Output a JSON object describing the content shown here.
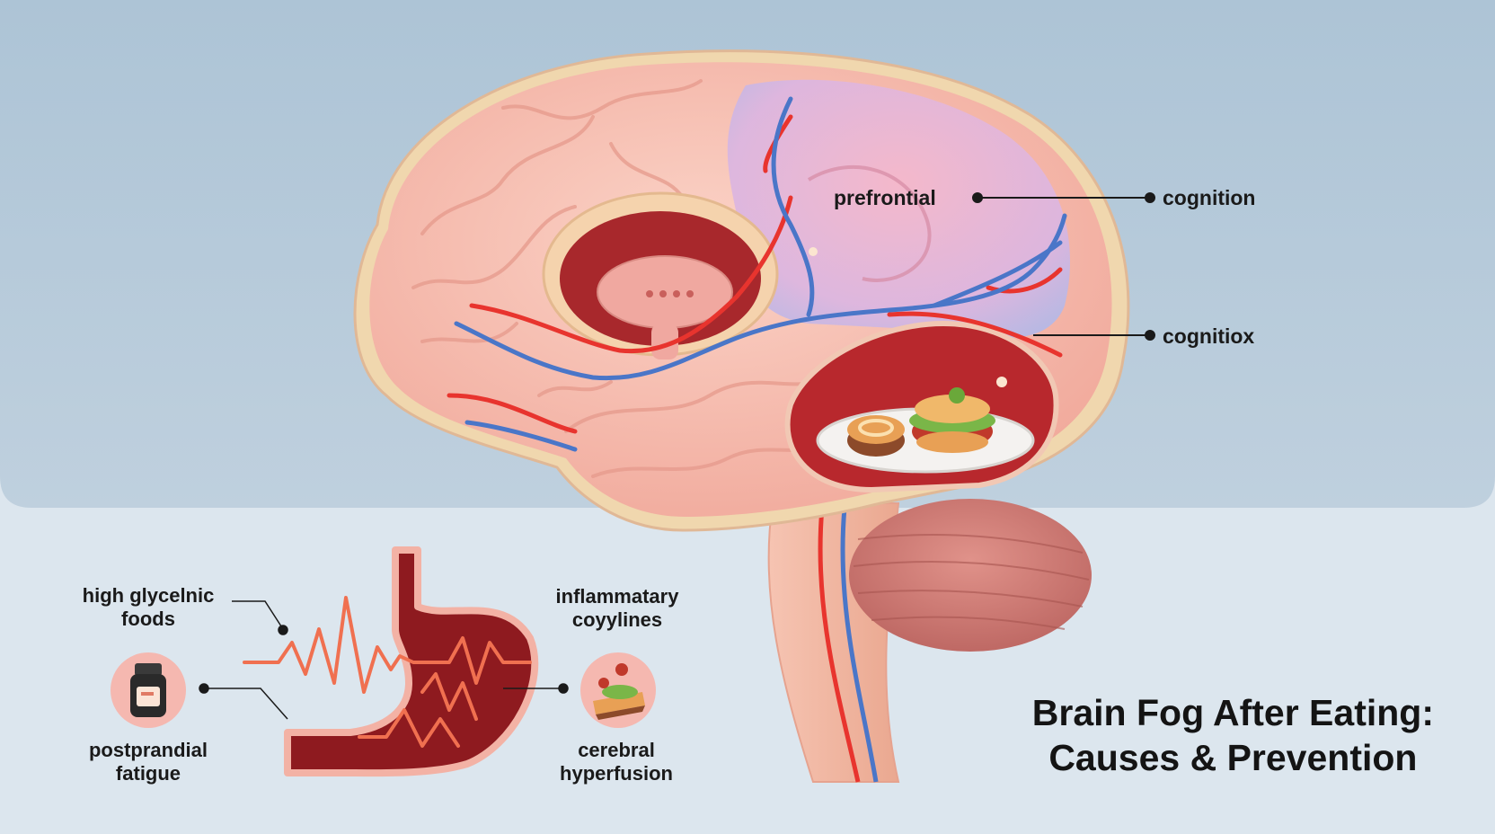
{
  "labels": {
    "prefrontial": "prefrontial",
    "cognition": "cognition",
    "cognitiox": "cognitiox",
    "high_glycemic": [
      "high glycelnic",
      "foods"
    ],
    "postprandial": [
      "postprandial",
      "fatigue"
    ],
    "inflammatory": [
      "inflammatary",
      "coyylines"
    ],
    "cerebral": [
      "cerebral",
      "hyperfusion"
    ]
  },
  "title": {
    "line1": "Brain Fog After Eating:",
    "line2": "Causes & Prevention"
  },
  "colors": {
    "top_panel": "#b3c8d8",
    "background": "#dce6ee",
    "brain_pink": "#f7c4b8",
    "artery_red": "#e8342e",
    "vein_blue": "#4a76c8",
    "stomach_dark": "#8e1a1f",
    "pulse_line": "#f07050"
  },
  "icons": {
    "bottle": "bottle-icon",
    "food": "food-icon",
    "plate": "food-plate-icon"
  }
}
